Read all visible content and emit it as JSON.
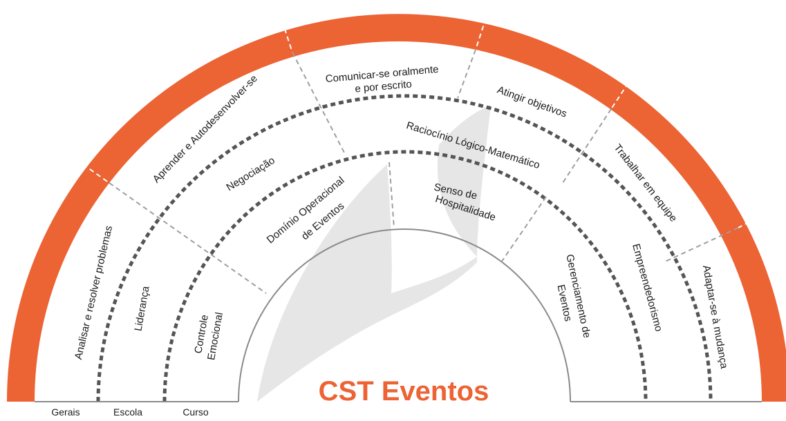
{
  "title": "CST Eventos",
  "colors": {
    "accent": "#ec6334",
    "dash": "#555555",
    "shape": "#e6e6e6",
    "stroke": "#8a8a8a",
    "divider_inner": "#9e9e9e"
  },
  "base_labels": {
    "gerais": "Gerais",
    "escola": "Escola",
    "curso": "Curso"
  },
  "gerais": {
    "analisar": "Analisar e resolver problemas",
    "aprender": "Aprender e Autodesenvolver-se",
    "comunicar_1": "Comunicar-se oralmente",
    "comunicar_2": "e por escrito",
    "atingir": "Atingir objetivos",
    "trabalhar": "Trabalhar em equipe",
    "adaptar": "Adaptar-se à mudança"
  },
  "escola": {
    "lideranca": "Liderança",
    "negociacao": "Negociação",
    "raciocinio": "Raciocínio Lógico-Matemático",
    "empreendedorismo": "Empreendedorismo"
  },
  "curso": {
    "controle_1": "Controle",
    "controle_2": "Emocional",
    "dominio_1": "Domínio Operacional",
    "dominio_2": "de Eventos",
    "senso_1": "Senso de",
    "senso_2": "Hospitalidade",
    "gerenciamento_1": "Gerenciamento de",
    "gerenciamento_2": "Eventos"
  }
}
